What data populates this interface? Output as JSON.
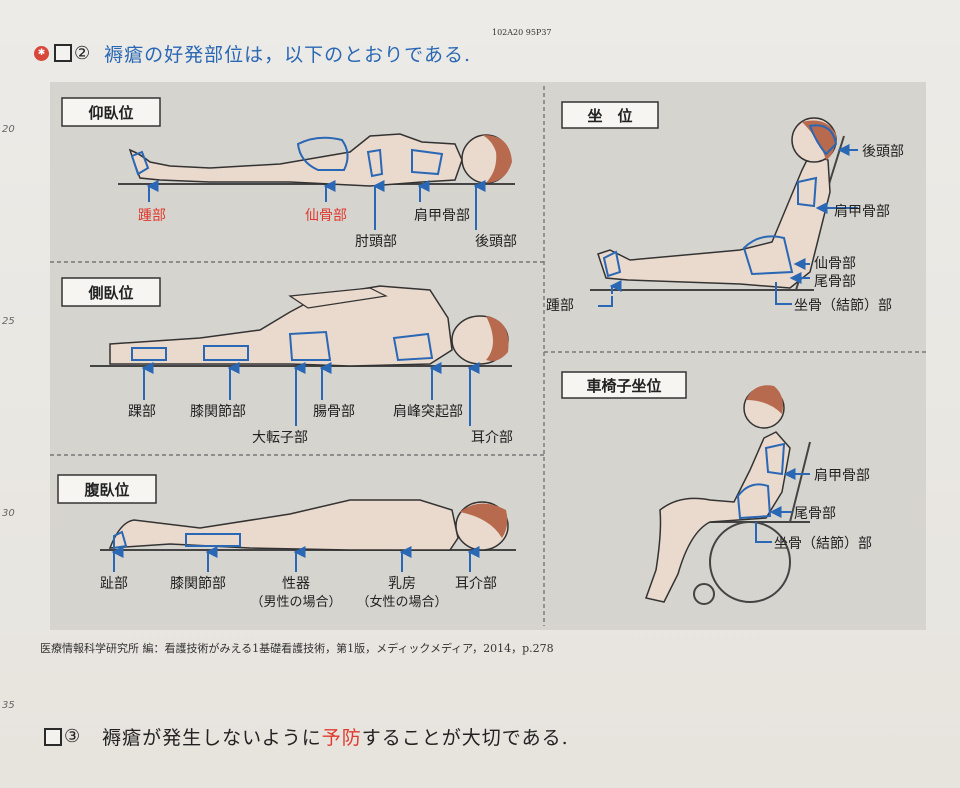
{
  "header": {
    "icon": "flag-icon",
    "qnum": "②",
    "text": "褥瘡の好発部位は，以下のとおりである.",
    "ref": "102A20  95P37"
  },
  "margin_numbers": [
    "20",
    "25",
    "30",
    "35"
  ],
  "positions": {
    "supine": {
      "title": "仰臥位",
      "labels": {
        "heel": "踵部",
        "sacrum": "仙骨部",
        "elbow": "肘頭部",
        "scapula": "肩甲骨部",
        "occiput": "後頭部"
      }
    },
    "lateral": {
      "title": "側臥位",
      "labels": {
        "ankle": "踝部",
        "knee": "膝関節部",
        "trochanter": "大転子部",
        "ilium": "腸骨部",
        "acromion": "肩峰突起部",
        "ear": "耳介部"
      }
    },
    "prone": {
      "title": "腹臥位",
      "labels": {
        "toe": "趾部",
        "knee": "膝関節部",
        "genital": "性器",
        "genital_note": "（男性の場合）",
        "breast": "乳房",
        "breast_note": "（女性の場合）",
        "ear": "耳介部"
      }
    },
    "sitting": {
      "title": "坐　位",
      "labels": {
        "occiput": "後頭部",
        "scapula": "肩甲骨部",
        "sacrum": "仙骨部",
        "coccyx": "尾骨部",
        "ischium": "坐骨（結節）部",
        "heel": "踵部"
      }
    },
    "wheelchair": {
      "title": "車椅子坐位",
      "labels": {
        "scapula": "肩甲骨部",
        "coccyx": "尾骨部",
        "ischium": "坐骨（結節）部"
      }
    }
  },
  "caption": "医療情報科学研究所 編：看護技術がみえる1基礎看護技術，第1版，メディックメディア，2014，p.278",
  "q3": {
    "qnum": "③",
    "text_before": "褥瘡が発生しないように",
    "text_highlight": "予防",
    "text_after": "することが大切である."
  },
  "colors": {
    "blue": "#2a67b4",
    "red": "#e0392f",
    "skin": "#ead9cd",
    "hair": "#b86a4f"
  }
}
